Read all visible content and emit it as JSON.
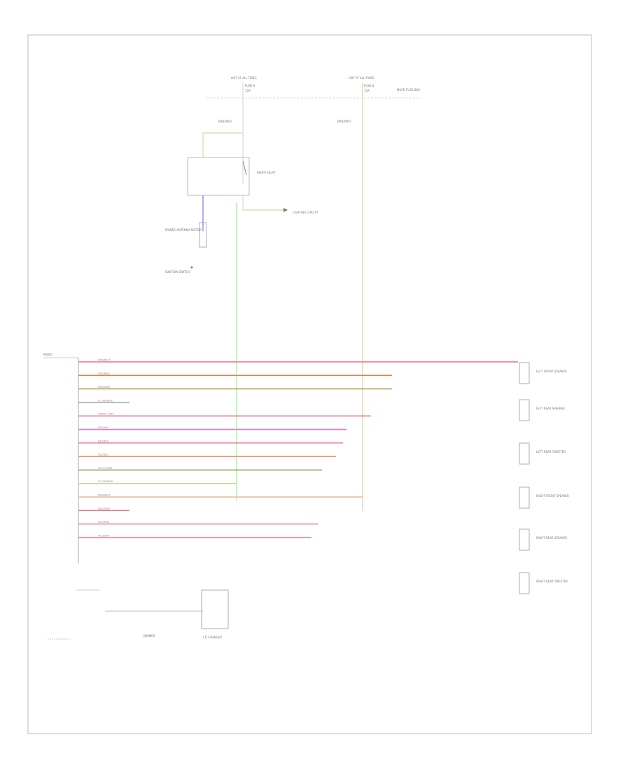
{
  "footer": {
    "code": ""
  },
  "power": [
    {
      "label": "HOT AT ALL TIMES",
      "fuse": "FUSE 9",
      "amps": "15A",
      "wire": "BRN/WHT"
    },
    {
      "label": "HOT AT ALL TIMES",
      "fuse": "FUSE 8",
      "amps": "15A",
      "wire": "BRN/WHT",
      "note": "MULTI-FUSE BOX"
    }
  ],
  "components": {
    "relay": "RADIO RELAY",
    "antenna_motor": "POWER ANTENNA MOTOR",
    "ignition": "IGNITION SWITCH",
    "radio": "RADIO",
    "lighting": "LIGHTING CIRCUIT",
    "dimmer": "DIMMER",
    "cd_changer": "CD CHANGER",
    "speakers": [
      "LEFT FRONT SPEAKER",
      "LEFT REAR SPEAKER",
      "LEFT REAR TWEETER",
      "RIGHT FRONT SPEAKER",
      "RIGHT REAR SPEAKER",
      "RIGHT REAR TWEETER"
    ]
  },
  "wires": [
    {
      "color": "#f06d8a",
      "label": "BRN/WHT"
    },
    {
      "color": "#f07a3a",
      "label": "RED/BRN"
    },
    {
      "color": "#b0904a",
      "label": "RED/GRN"
    },
    {
      "color": "#9a9a9a",
      "label": "LT GRN/BLK"
    },
    {
      "color": "#f06d8a",
      "label": "GRN/LT GRN"
    },
    {
      "color": "#f06fc8",
      "label": "RED/YEL"
    },
    {
      "color": "#f06d8a",
      "label": "RED/BLU"
    },
    {
      "color": "#f07a3a",
      "label": "YEL/BLU"
    },
    {
      "color": "#8a8a3a",
      "label": "YEL/LT GRN"
    },
    {
      "color": "#e0c890",
      "label": "LT GRN/RED"
    },
    {
      "color": "#e6b890",
      "label": "BRN/WHT"
    },
    {
      "color": "#f06d8a",
      "label": "RED/GRN"
    },
    {
      "color": "#f06d8a",
      "label": "YEL/GRN"
    },
    {
      "color": "#f06d8a",
      "label": "YEL/GRN"
    }
  ]
}
